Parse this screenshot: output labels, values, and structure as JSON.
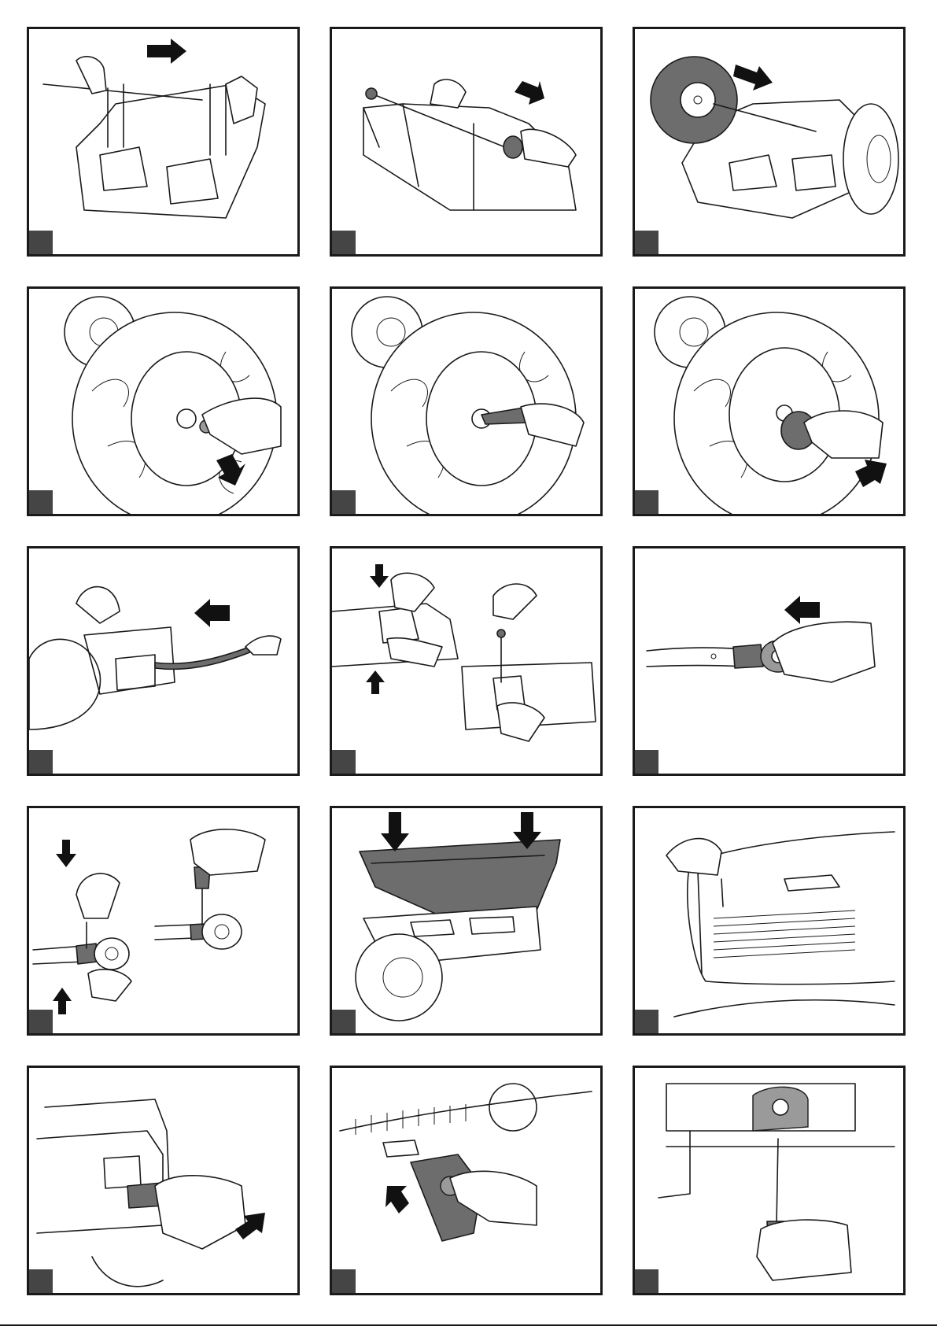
{
  "page": {
    "panels": [
      {
        "id": "p1",
        "scene": "axle-insert-rear"
      },
      {
        "id": "p2",
        "scene": "axle-spacer"
      },
      {
        "id": "p3",
        "scene": "rear-wheel-mount"
      },
      {
        "id": "p4",
        "scene": "washer-on-axle"
      },
      {
        "id": "p5",
        "scene": "tighten-nut"
      },
      {
        "id": "p6",
        "scene": "hub-cap"
      },
      {
        "id": "p7",
        "scene": "steering-rod-insert"
      },
      {
        "id": "p8",
        "scene": "steering-bracket-screws"
      },
      {
        "id": "p9",
        "scene": "steering-column-fit"
      },
      {
        "id": "p10",
        "scene": "steering-wheel-screw"
      },
      {
        "id": "p11",
        "scene": "body-placement"
      },
      {
        "id": "p12",
        "scene": "front-screw"
      },
      {
        "id": "p13",
        "scene": "battery-connector"
      },
      {
        "id": "p14",
        "scene": "pedal-insert"
      },
      {
        "id": "p15",
        "scene": "seat-bracket-screw"
      }
    ],
    "colors": {
      "border": "#1a1a1a",
      "badge": "#454545",
      "part_fill": "#6d6d6d"
    }
  }
}
